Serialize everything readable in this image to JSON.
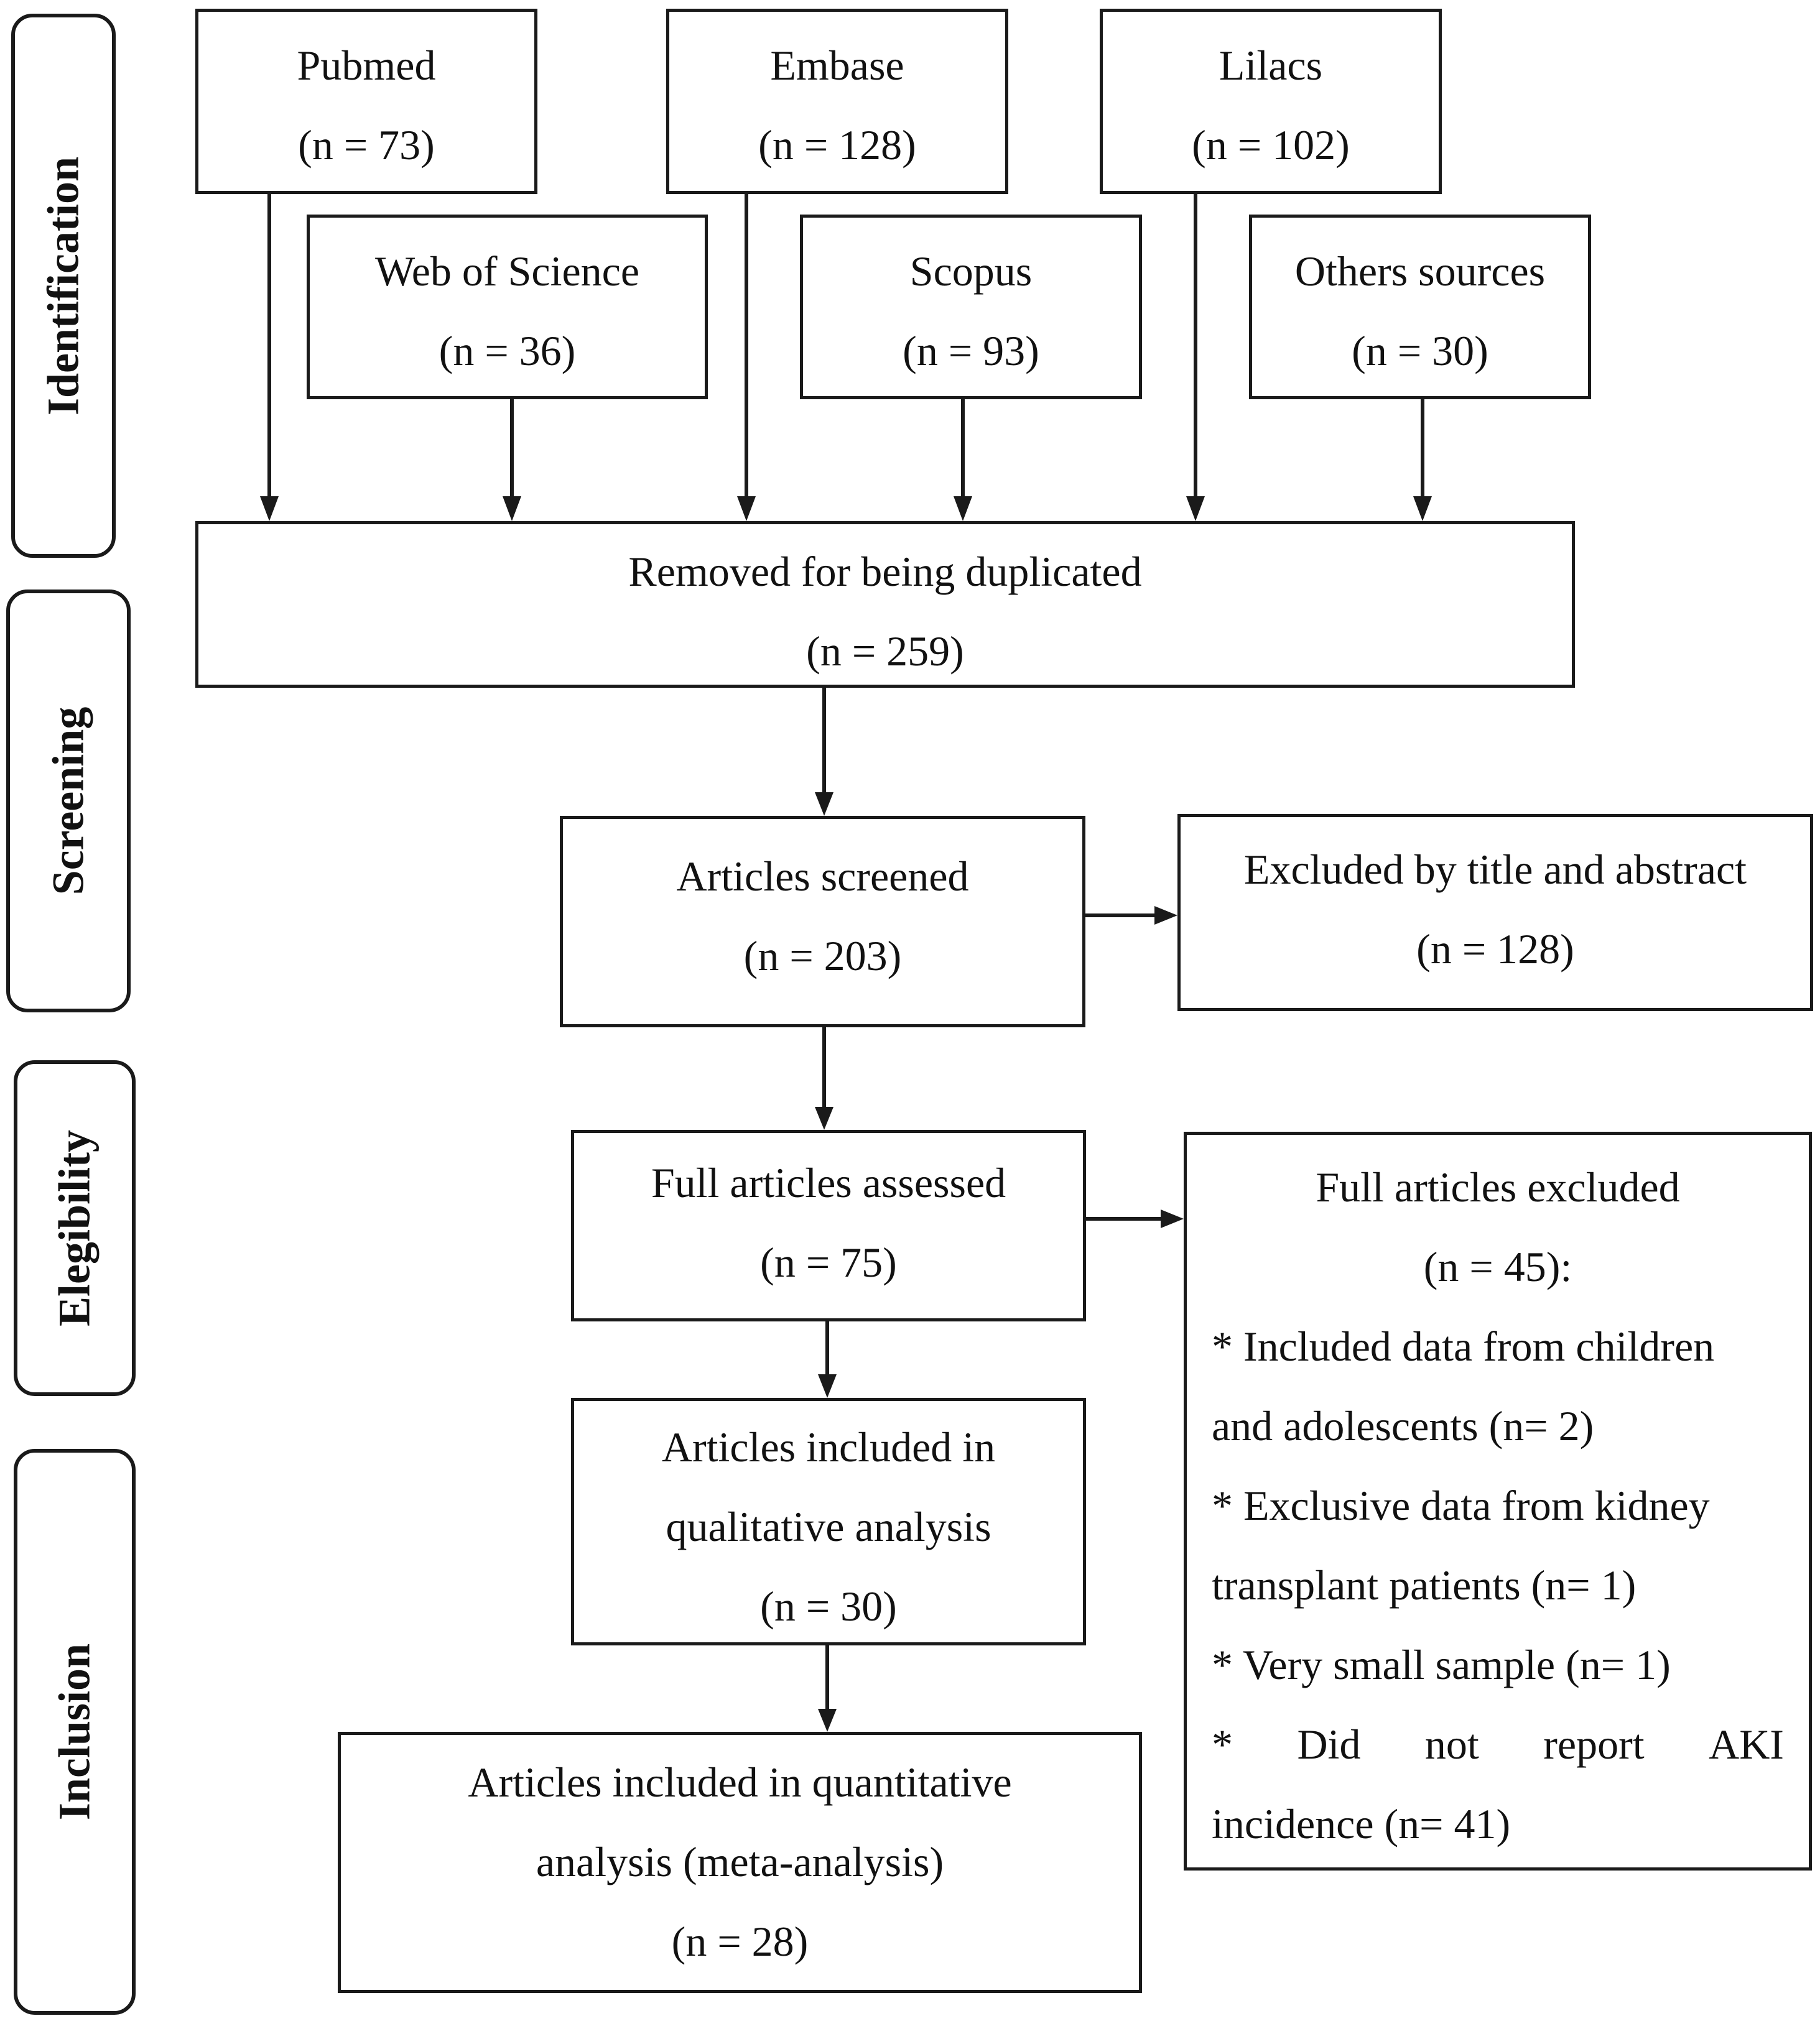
{
  "stages": {
    "identification": "Identification",
    "screening": "Screening",
    "elegibility": "Elegibility",
    "inclusion": "Inclusion"
  },
  "sources": {
    "pubmed": {
      "name": "Pubmed",
      "count": "(n = 73)"
    },
    "embase": {
      "name": "Embase",
      "count": "(n = 128)"
    },
    "lilacs": {
      "name": "Lilacs",
      "count": "(n = 102)"
    },
    "wos": {
      "name": "Web of Science",
      "count": "(n = 36)"
    },
    "scopus": {
      "name": "Scopus",
      "count": "(n = 93)"
    },
    "others": {
      "name": "Others sources",
      "count": "(n = 30)"
    }
  },
  "duplicates": {
    "label": "Removed for being duplicated",
    "count": "(n = 259)"
  },
  "screened": {
    "label": "Articles screened",
    "count": "(n = 203)"
  },
  "excluded_title": {
    "label": "Excluded by title and abstract",
    "count": "(n = 128)"
  },
  "assessed": {
    "label": "Full articles assessed",
    "count": "(n = 75)"
  },
  "excluded_full": {
    "label": "Full articles excluded",
    "count": "(n = 45):",
    "reasons": [
      "* Included data from children",
      "and adolescents (n= 2)",
      "* Exclusive data from kidney",
      "transplant patients (n= 1)",
      "* Very small sample (n= 1)",
      "incidence (n= 41)"
    ],
    "justified_words": [
      "*",
      "Did",
      "not",
      "report",
      "AKI"
    ]
  },
  "qualitative": {
    "line1": "Articles included in",
    "line2": "qualitative analysis",
    "count": "(n = 30)"
  },
  "quantitative": {
    "line1": "Articles included in quantitative",
    "line2": "analysis (meta-analysis)",
    "count": "(n = 28)"
  }
}
